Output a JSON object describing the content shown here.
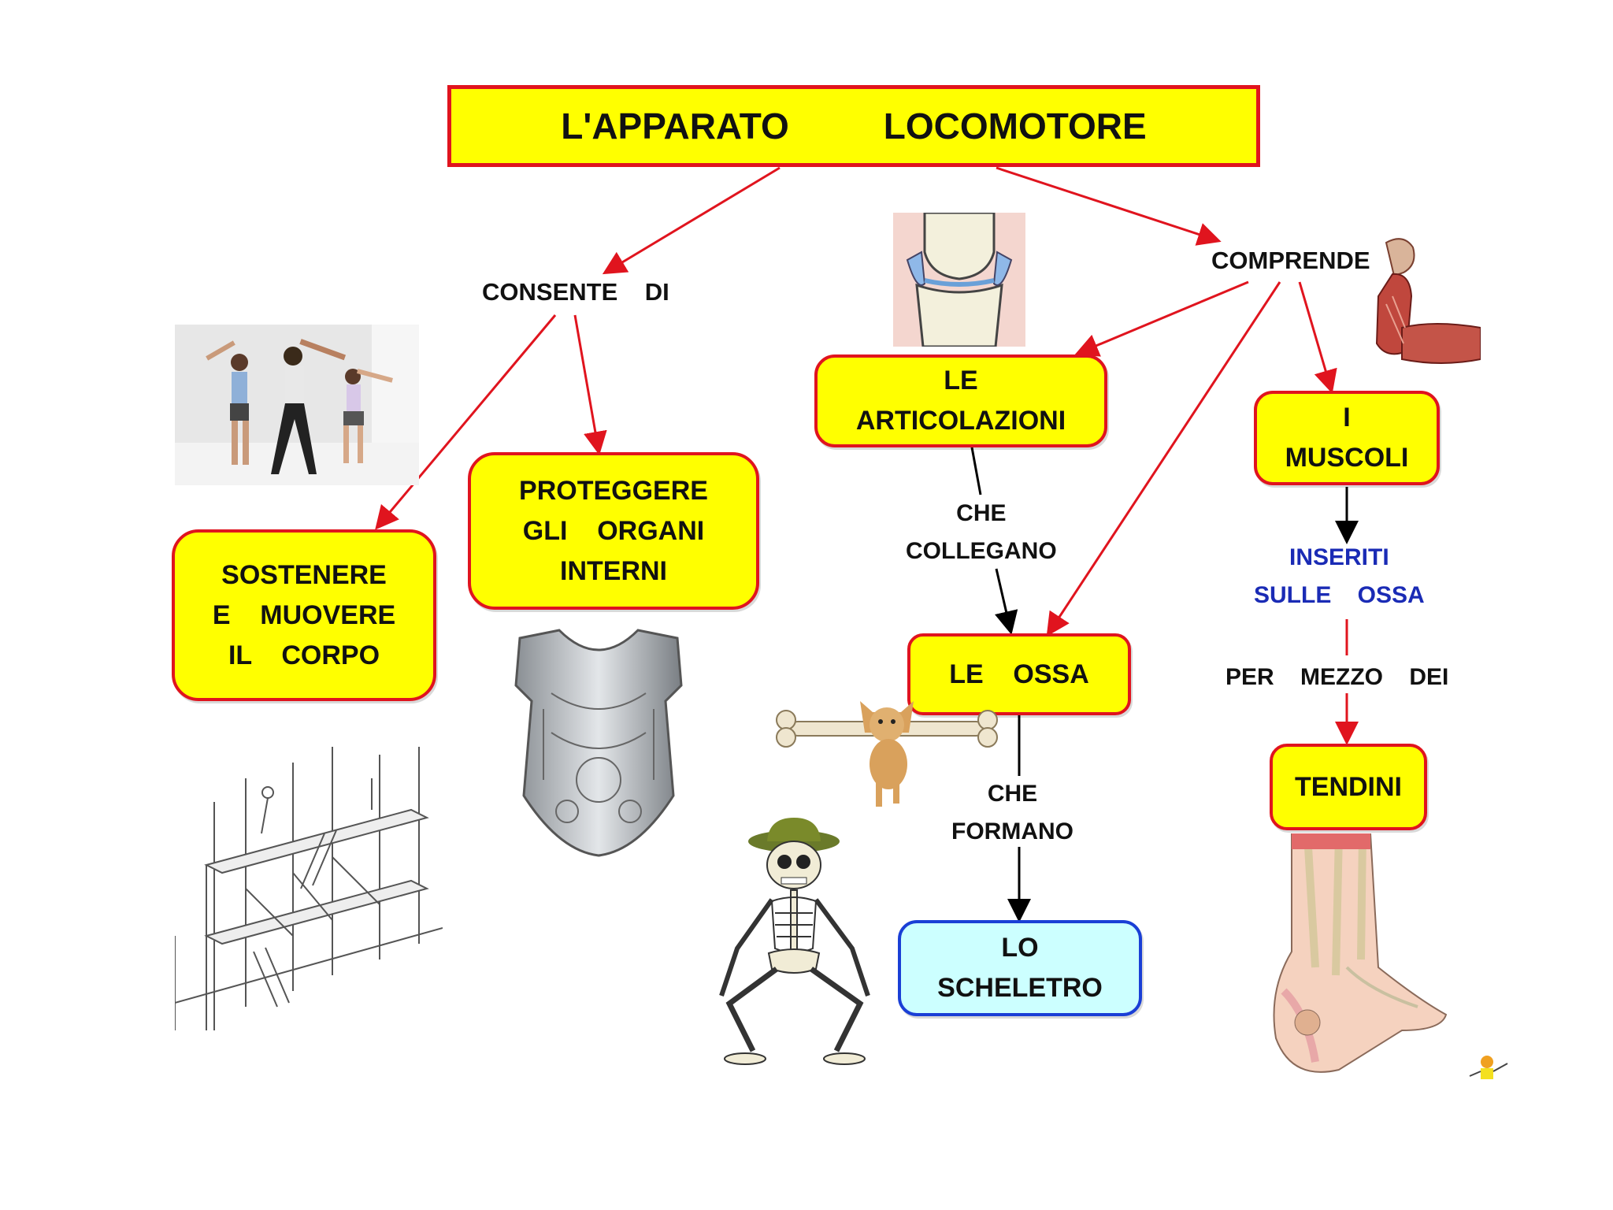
{
  "title": {
    "word1": "L'APPARATO",
    "word2": "LOCOMOTORE"
  },
  "connectors": {
    "consente": "CONSENTE    DI",
    "comprende": "COMPRENDE",
    "che_collegano": "CHE\nCOLLEGANO",
    "che_formano": "CHE\nFORMANO",
    "inseriti": "INSERITI\nSULLE    OSSA",
    "per_mezzo": "PER    MEZZO    DEI"
  },
  "nodes": {
    "sostenere": [
      "SOSTENERE",
      "E    MUOVERE",
      "IL    CORPO"
    ],
    "proteggere": [
      "PROTEGGERE",
      "GLI    ORGANI",
      "INTERNI"
    ],
    "articolazioni": [
      "LE",
      "ARTICOLAZIONI"
    ],
    "muscoli": [
      "I",
      "MUSCOLI"
    ],
    "ossa": [
      "LE    OSSA"
    ],
    "scheletro": [
      "LO",
      "SCHELETRO"
    ],
    "tendini": [
      "TENDINI"
    ]
  },
  "colors": {
    "box_fill": "#ffff00",
    "box_border": "#e0141e",
    "scheletro_fill": "#ccffff",
    "scheletro_border": "#1a3fd6",
    "arrow_red": "#e0141e",
    "arrow_black": "#000000",
    "inseriti_text": "#1a2bb5"
  },
  "images": [
    "exercise-photo",
    "knee-joint-illustration",
    "arm-muscle-illustration",
    "scaffolding-sketch",
    "armor-breastplate",
    "dog-with-bone",
    "skeleton-cartoon",
    "foot-tendon-illustration",
    "small-mascot"
  ]
}
